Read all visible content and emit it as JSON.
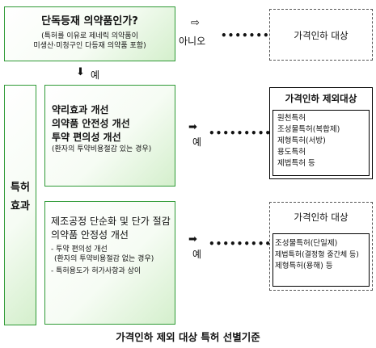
{
  "top_box": {
    "title": "단독등재 의약품인가?",
    "subtitle_line1": "(특허를 이유로 제네릭 의약품이",
    "subtitle_line2": "미생산·미청구인 다등재 의약품 포함)"
  },
  "no_label": "아니오",
  "yes_label_top": "예",
  "result_top": "가격인하 대상",
  "patent_effect": {
    "line1": "특허",
    "line2": "효과"
  },
  "middle_box": {
    "line1": "약리효과 개선",
    "line2": "의약품 안전성 개선",
    "line3": "투약 편의성 개선",
    "note": "(환자의 투약비용절감 있는 경우)"
  },
  "yes_label_mid": "예",
  "exclusion_box": {
    "title": "가격인하 제외대상",
    "items": [
      "원천특허",
      "조성물특허(복합제)",
      "제형특허(서방)",
      "용도특허",
      "제법특허 등"
    ]
  },
  "bottom_box": {
    "line1": "제조공정 단순화 및 단가 절감",
    "line2": "의약품 안정성 개선",
    "item1": "- 투약 편의성 개선",
    "item1_note": "(환자의 투약비용절감 없는 경우)",
    "item2": "- 특허용도가 허가사항과 상이"
  },
  "yes_label_bottom": "예",
  "reduction_box": {
    "title": "가격인하 대상",
    "items": [
      "조성물특허(단일제)",
      "제법특허(결정형 중간체 등)",
      "제형특허(용해) 등"
    ]
  },
  "caption": "가격인하 제외 대상 특허 선별기준"
}
